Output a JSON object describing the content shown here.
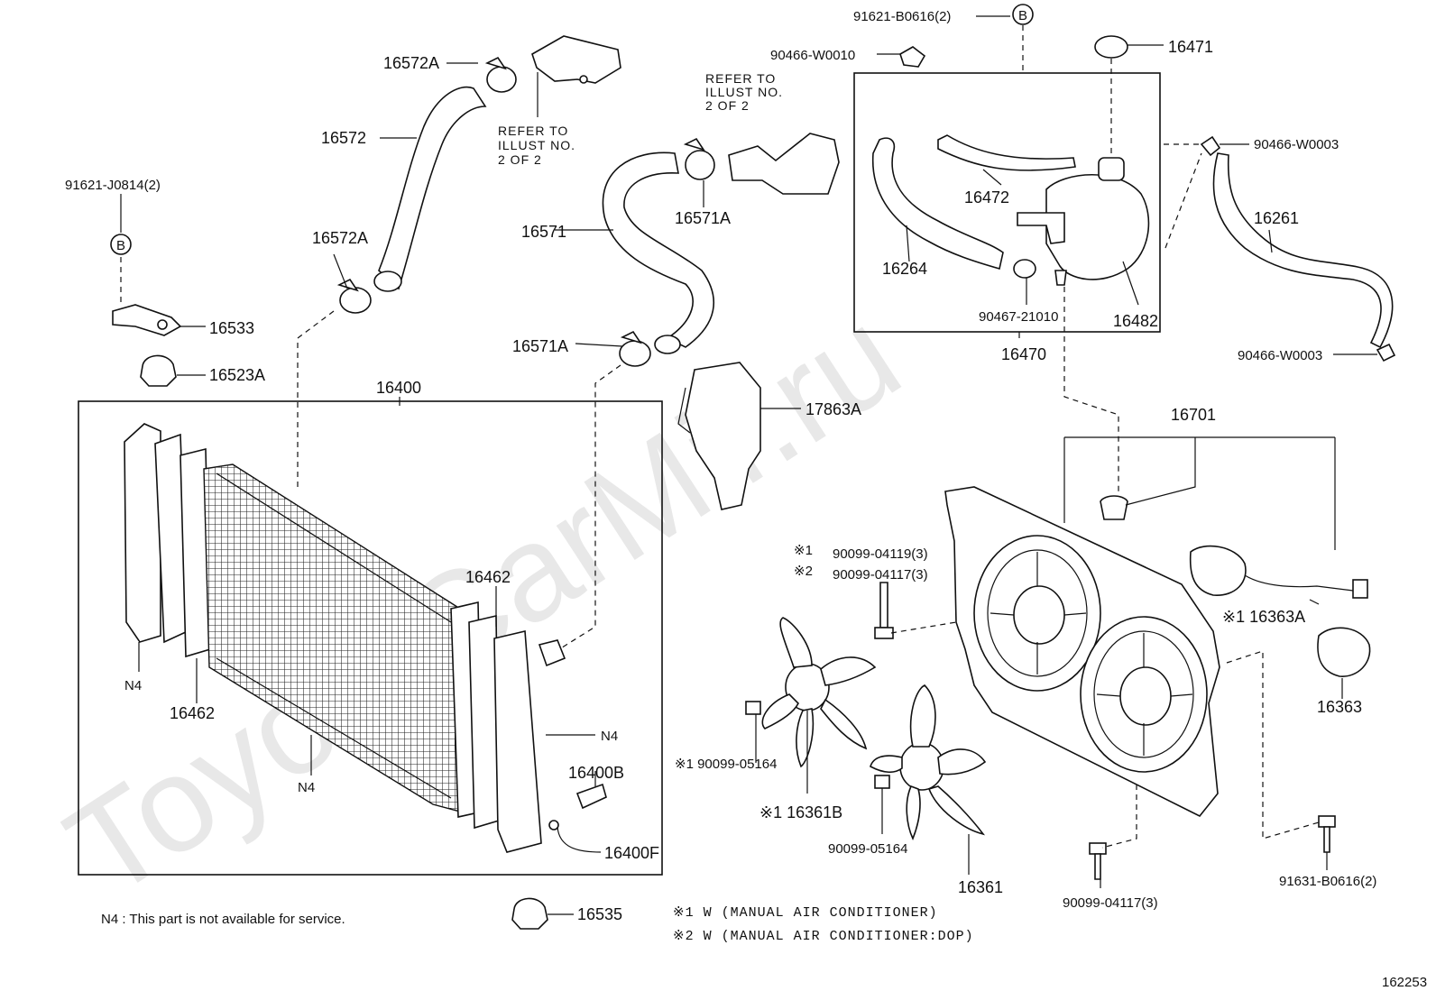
{
  "watermark": "ToyotaCarMir.ru",
  "labels": {
    "p16572A_top": "16572A",
    "p16572": "16572",
    "refer1_l1": "REFER TO",
    "refer1_l2": "ILLUST NO.",
    "refer1_l3": "2 OF 2",
    "p91621J": "91621-J0814(2)",
    "b_left": "B",
    "p16572A_mid": "16572A",
    "p16533": "16533",
    "p16523A": "16523A",
    "p16400": "16400",
    "p16571": "16571",
    "p16571A_top": "16571A",
    "p16571A_bot": "16571A",
    "refer2_l1": "REFER TO",
    "refer2_l2": "ILLUST NO.",
    "refer2_l3": "2 OF 2",
    "p91621B": "91621-B0616(2)",
    "b_right": "B",
    "p90466W0010": "90466-W0010",
    "p16471": "16471",
    "p16472": "16472",
    "p16264": "16264",
    "p9046721010": "90467-21010",
    "p16482": "16482",
    "p16470": "16470",
    "p90466W0003_top": "90466-W0003",
    "p16261": "16261",
    "p90466W0003_bot": "90466-W0003",
    "p17863A": "17863A",
    "p16701": "16701",
    "p16462_right": "16462",
    "n4_left": "N4",
    "p16462_left": "16462",
    "n4_bottom": "N4",
    "n4_right": "N4",
    "p16400B": "16400B",
    "p16400F": "16400F",
    "mark1_top": "※1",
    "p9009904119": "90099-04119(3)",
    "mark2_top": "※2",
    "p9009904117_top": "90099-04117(3)",
    "p16363A": "※1 16363A",
    "p16363": "16363",
    "p9009905164_left": "※1 90099-05164",
    "p16361B": "※1 16361B",
    "p9009905164_mid": "90099-05164",
    "p16361": "16361",
    "p9009904117_bot": "90099-04117(3)",
    "p91631B": "91631-B0616(2)",
    "p16535": "16535",
    "note_n4": "N4 : This part is not available for service.",
    "note1": "※1 W (MANUAL AIR CONDITIONER)",
    "note2": "※2 W (MANUAL AIR CONDITIONER:DOP)",
    "figure_id": "162253"
  }
}
